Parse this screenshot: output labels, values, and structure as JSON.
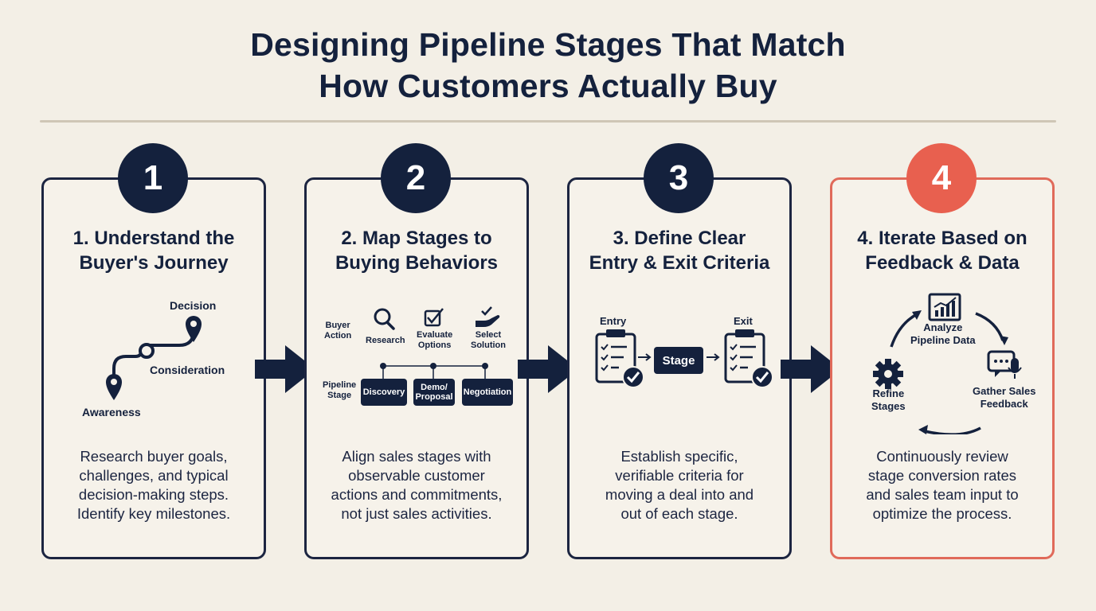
{
  "title": {
    "line1": "Designing Pipeline Stages That Match",
    "line2": "How Customers Actually Buy"
  },
  "colors": {
    "navy": "#14213d",
    "accent": "#e8604f",
    "background": "#f3efe6"
  },
  "steps": [
    {
      "number": "1",
      "title_line1": "1. Understand the",
      "title_line2": "Buyer's Journey",
      "desc": [
        "Research buyer goals,",
        "challenges, and typical",
        "decision-making steps.",
        "Identify key milestones."
      ],
      "journey": {
        "decision": "Decision",
        "consideration": "Consideration",
        "awareness": "Awareness"
      }
    },
    {
      "number": "2",
      "title_line1": "2. Map Stages to",
      "title_line2": "Buying Behaviors",
      "desc": [
        "Align sales stages with",
        "observable customer",
        "actions and commitments,",
        "not just sales activities."
      ],
      "row_labels": {
        "buyer_action": "Buyer\nAction",
        "pipeline_stage": "Pipeline\nStage"
      },
      "actions": [
        "Research",
        "Evaluate\nOptions",
        "Select\nSolution"
      ],
      "stages": [
        "Discovery",
        "Demo/\nProposal",
        "Negotiation"
      ]
    },
    {
      "number": "3",
      "title_line1": "3. Define Clear",
      "title_line2": "Entry & Exit Criteria",
      "desc": [
        "Establish specific,",
        "verifiable criteria for",
        "moving a deal into and",
        "out of each stage."
      ],
      "entry": "Entry",
      "exit": "Exit",
      "stage": "Stage"
    },
    {
      "number": "4",
      "title_line1": "4. Iterate Based on",
      "title_line2": "Feedback & Data",
      "desc": [
        "Continuously review",
        "stage conversion rates",
        "and sales team input to",
        "optimize the process."
      ],
      "cycle": {
        "analyze": "Analyze\nPipeline Data",
        "gather": "Gather Sales\nFeedback",
        "refine": "Refine\nStages"
      }
    }
  ]
}
